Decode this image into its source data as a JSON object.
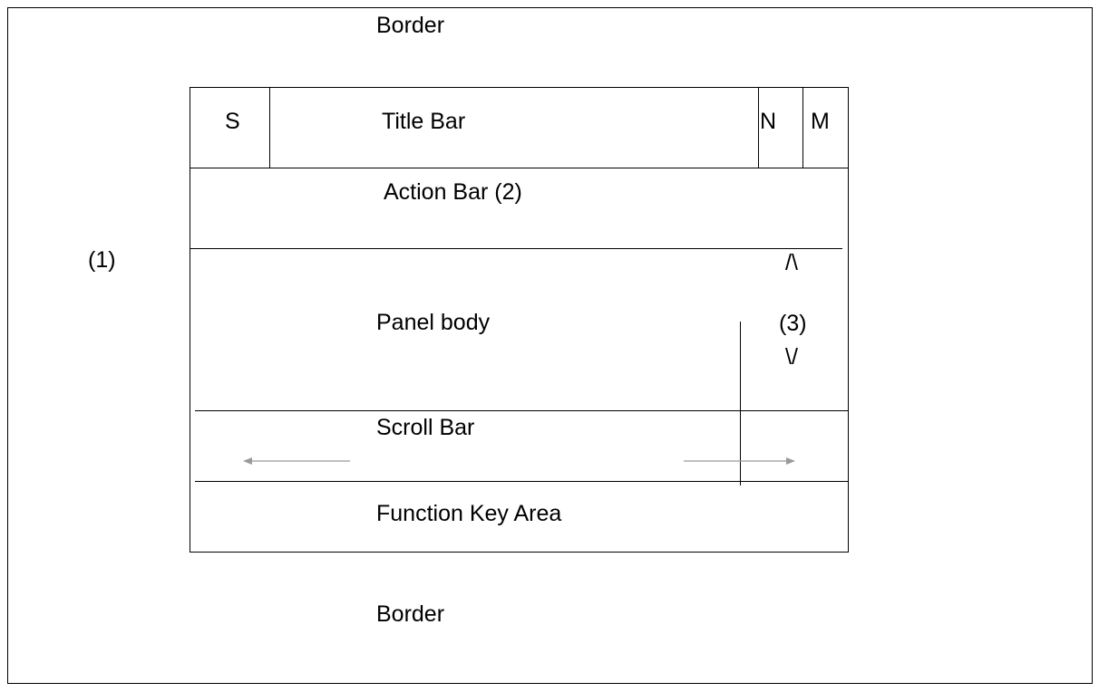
{
  "labels": {
    "border_top": "Border",
    "border_bottom": "Border",
    "outer_marker": "(1)",
    "system_menu": "S",
    "title_bar": "Title Bar",
    "minimize": "N",
    "maximize": "M",
    "action_bar": "Action Bar (2)",
    "panel_body": "Panel body",
    "scroll_up": "/\\",
    "scroll_marker": "(3)",
    "scroll_down": "\\/",
    "scroll_bar": "Scroll Bar",
    "function_key_area": "Function Key Area"
  },
  "colors": {
    "line": "#000000",
    "arrow": "#9a9a9a"
  }
}
